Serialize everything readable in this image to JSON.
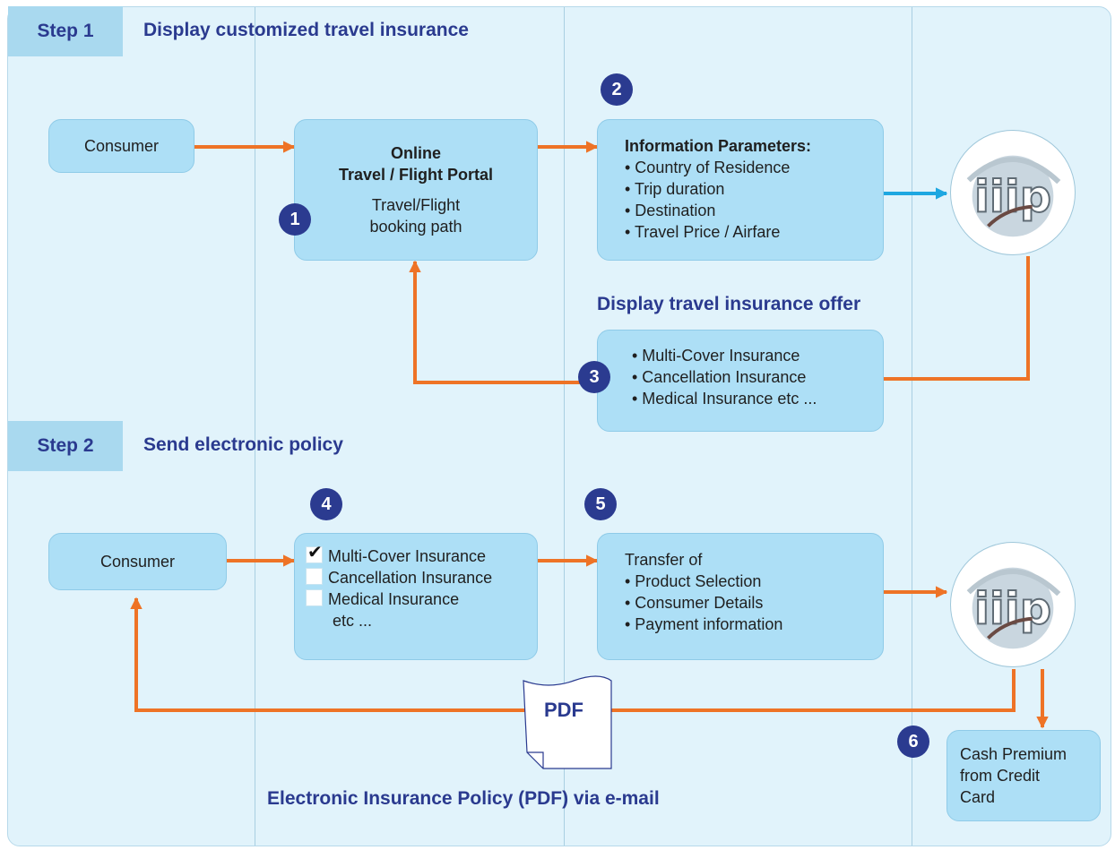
{
  "step1": {
    "tab": "Step 1",
    "title": "Display customized travel insurance"
  },
  "step2": {
    "tab": "Step 2",
    "title": "Send electronic policy"
  },
  "consumer1": "Consumer",
  "consumer2": "Consumer",
  "portal": {
    "title_line1": "Online",
    "title_line2": "Travel / Flight Portal",
    "sub_line1": "Travel/Flight",
    "sub_line2": "booking path"
  },
  "params": {
    "title": "Information Parameters:",
    "items": [
      "• Country of Residence",
      "• Trip duration",
      "• Destination",
      "• Travel Price / Airfare"
    ]
  },
  "offer": {
    "heading": "Display travel insurance offer",
    "items": [
      "• Multi-Cover Insurance",
      "• Cancellation Insurance",
      "• Medical Insurance etc ..."
    ]
  },
  "selection": {
    "items": [
      "Multi-Cover Insurance",
      "Cancellation Insurance",
      "Medical Insurance",
      "etc ..."
    ],
    "checkmark": "✔"
  },
  "transfer": {
    "title": "Transfer of",
    "items": [
      "• Product Selection",
      "• Consumer Details",
      "• Payment information"
    ]
  },
  "cash": {
    "line1": "Cash Premium",
    "line2": "from Credit",
    "line3": "Card"
  },
  "badges": [
    "1",
    "2",
    "3",
    "4",
    "5",
    "6"
  ],
  "pdf_label": "PDF",
  "email_caption": "Electronic Insurance Policy (PDF) via e-mail",
  "logo_text": "iiip",
  "colors": {
    "arrow": "#ee7326",
    "blue_arrow": "#1ea7e1",
    "navy": "#2a3a8f",
    "box": "#addff6",
    "panel": "#e1f3fb"
  },
  "icons": [
    "arrow-icon",
    "checkmark-icon",
    "pdf-document-icon",
    "iiip-logo-icon"
  ]
}
